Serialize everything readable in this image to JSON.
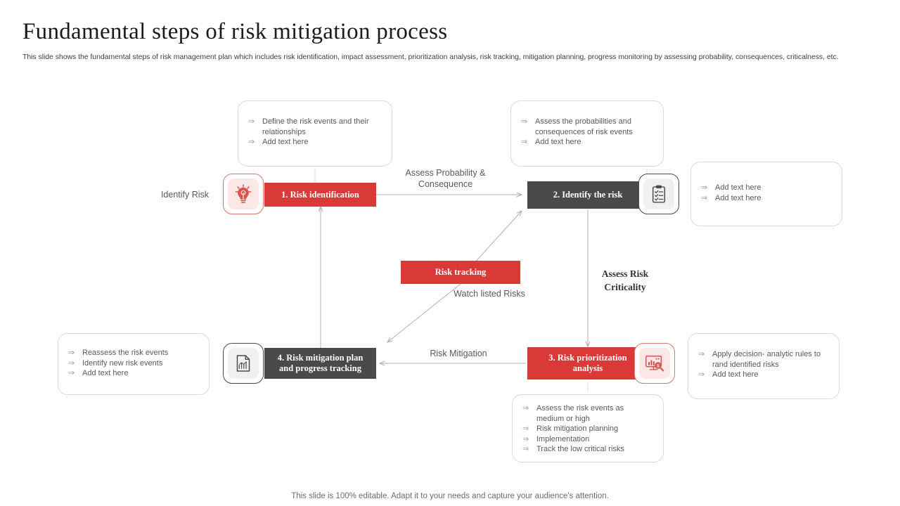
{
  "header": {
    "title": "Fundamental steps of risk mitigation process",
    "subtitle": "This slide shows the fundamental steps of risk management plan  which includes risk identification, impact assessment, prioritization analysis, risk tracking, mitigation planning,  progress monitoring by assessing probability, consequences, criticalness, etc."
  },
  "colors": {
    "accent_red": "#d93a38",
    "dark_gray": "#4a4a4a",
    "note_border": "#d9d9d9",
    "connector": "#b0b0b0",
    "body_text": "#595959"
  },
  "bullet_glyph": "⇒",
  "steps": [
    {
      "id": "step-1",
      "label": "1. Risk identification",
      "style": "red",
      "icon": "lightbulb-icon"
    },
    {
      "id": "step-2",
      "label": "2. Identify  the risk",
      "style": "gray",
      "icon": "clipboard-checklist-icon"
    },
    {
      "id": "step-3",
      "label": "3. Risk prioritization analysis",
      "style": "red",
      "icon": "chart-magnifier-icon"
    },
    {
      "id": "step-4",
      "label": "4. Risk mitigation  plan and  progress tracking",
      "style": "gray",
      "icon": "document-analysis-icon"
    },
    {
      "id": "risk-tracking",
      "label": "Risk tracking",
      "style": "red",
      "icon": "none"
    }
  ],
  "notes": [
    {
      "id": "note-top-left",
      "items": [
        "Define the risk events and their relationships",
        "Add text here"
      ]
    },
    {
      "id": "note-top-right",
      "items": [
        "Assess the probabilities and consequences of risk events",
        "Add text here"
      ]
    },
    {
      "id": "note-right",
      "items": [
        "Add text here",
        "Add text here"
      ]
    },
    {
      "id": "note-bottom-left",
      "items": [
        "Reassess the risk events",
        "Identify new risk events",
        "Add text here"
      ]
    },
    {
      "id": "note-bottom-right",
      "items": [
        "Apply decision- analytic rules to rand identified risks",
        "Add text here"
      ]
    },
    {
      "id": "note-bottom-center",
      "items": [
        "Assess the risk events as medium or high",
        "Risk mitigation planning",
        "Implementation",
        "Track the low critical risks"
      ]
    }
  ],
  "labels": {
    "identify_risk": "Identify Risk",
    "assess_probability": "Assess Probability & Consequence",
    "assess_criticality": "Assess Risk Criticality",
    "watch_listed_risks": "Watch listed Risks",
    "risk_mitigation": "Risk Mitigation"
  },
  "footer": {
    "text": "This slide is 100% editable. Adapt it to your needs and capture your audience's attention."
  }
}
